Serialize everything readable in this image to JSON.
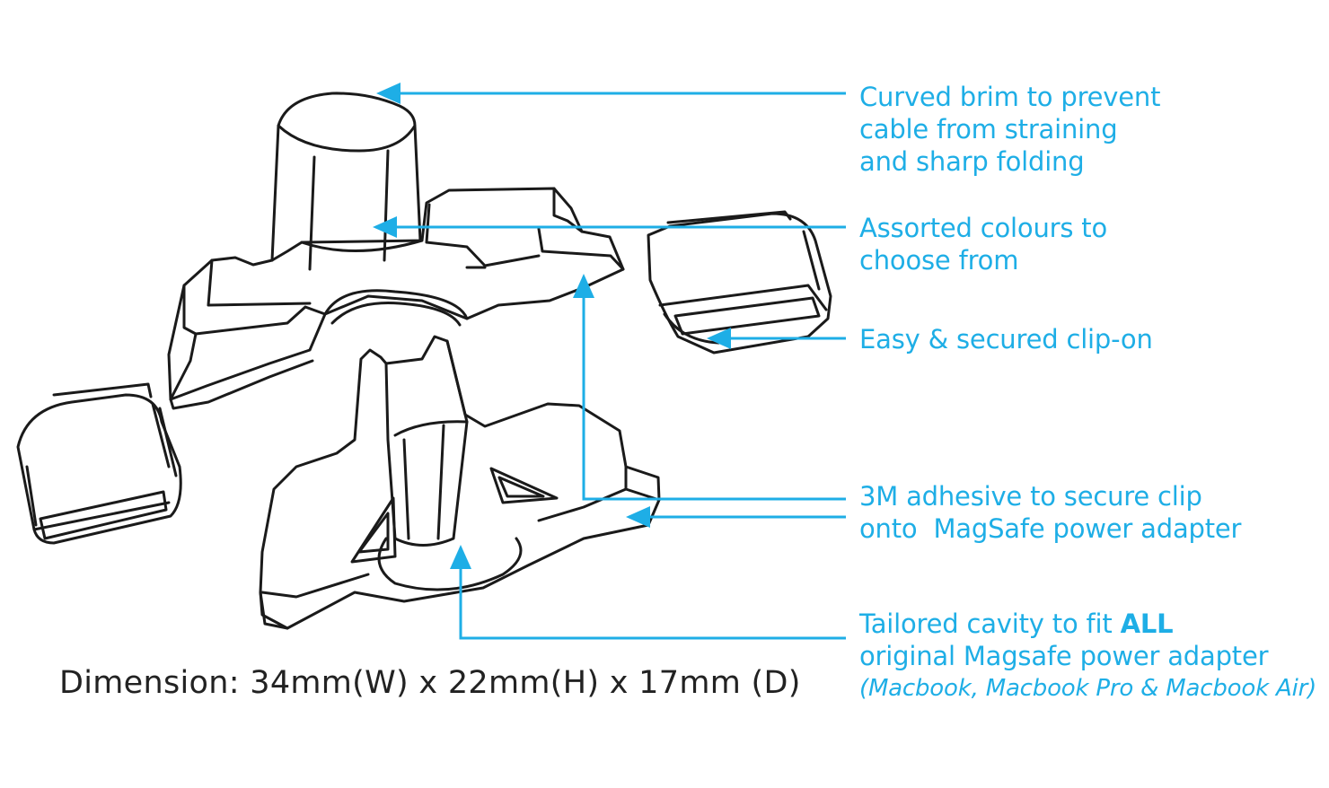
{
  "colors": {
    "accent": "#1eaee6",
    "outline": "#1a1a1a",
    "text": "#222222"
  },
  "callouts": {
    "brim": {
      "lines": [
        "Curved brim to prevent",
        "cable from straining",
        "and sharp folding"
      ]
    },
    "colours": {
      "lines": [
        "Assorted colours to",
        "choose from"
      ]
    },
    "clip": {
      "lines": [
        "Easy & secured clip-on"
      ]
    },
    "adhesive": {
      "lines": [
        "3M adhesive to secure clip",
        "onto  MagSafe power adapter"
      ]
    },
    "cavity": {
      "line1_prefix": "Tailored cavity to fit ",
      "line1_emphasis": "ALL",
      "line2": "original Magsafe power adapter",
      "line3": "(Macbook, Macbook Pro & Macbook Air)"
    }
  },
  "dimension": "Dimension: 34mm(W) x 22mm(H) x 17mm (D)"
}
